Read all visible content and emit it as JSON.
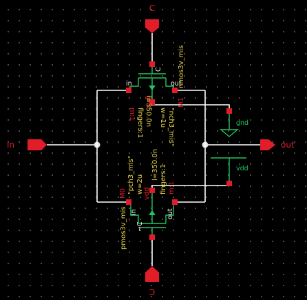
{
  "ports": {
    "in_label": "in",
    "out_label": "out",
    "top_label": "C",
    "bottom_label": "~C"
  },
  "nmos": {
    "cell": "nmos3v_mis",
    "instance": "M1",
    "model": "\"nch3_mis\"",
    "width": "w=1u",
    "length": "l=350.0n",
    "fingers": "fingers:1",
    "multiplier": "m:1",
    "pin_in": "in",
    "pin_out": "out",
    "pin_gnd": "gnd",
    "pin_ctrl": "C"
  },
  "pmos": {
    "cell": "pmos3v_mis",
    "instance": "M0",
    "model": "\"pch3_mis\"",
    "width": "w=2u",
    "length": "l=350.0n",
    "fingers": "fingers:1",
    "multiplier": "m:1",
    "pin_in": "in",
    "pin_out": "out",
    "pin_vdd": "vdd",
    "pin_ctrl": "~C"
  },
  "supplies": {
    "gnd_label": "gnd",
    "vdd_label": "vdd"
  },
  "colors": {
    "wire": "#ffffff",
    "pin": "#e11d2a",
    "port": "#e11d2a",
    "instance_text": "#e8d24a",
    "device": "#22c55e",
    "grid_dot": "#5a5a5a"
  }
}
